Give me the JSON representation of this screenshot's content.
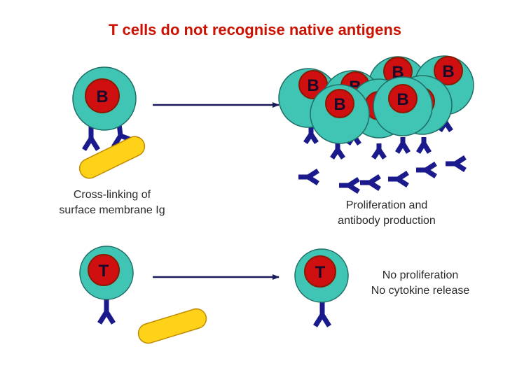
{
  "title": "T cells do not recognise native antigens",
  "b_cell_label": "B",
  "t_cell_label": "T",
  "captions": {
    "crosslinking_line1": "Cross-linking of",
    "crosslinking_line2": "surface membrane Ig",
    "proliferation_line1": "Proliferation and",
    "proliferation_line2": "antibody production",
    "no_prolif_line1": "No proliferation",
    "no_prolif_line2": "No cytokine release"
  },
  "colors": {
    "title": "#cc1100",
    "cell_fill": "#40c4b4",
    "cell_stroke": "#1f6f66",
    "nucleus": "#d01010",
    "nucleus_border": "#8a1a00",
    "nucleus_text": "#1a0a2a",
    "receptor": "#1a1a8c",
    "antigen": "#ffd21a",
    "antigen_stroke": "#c08a00",
    "arrow": "#1a1a5e"
  }
}
